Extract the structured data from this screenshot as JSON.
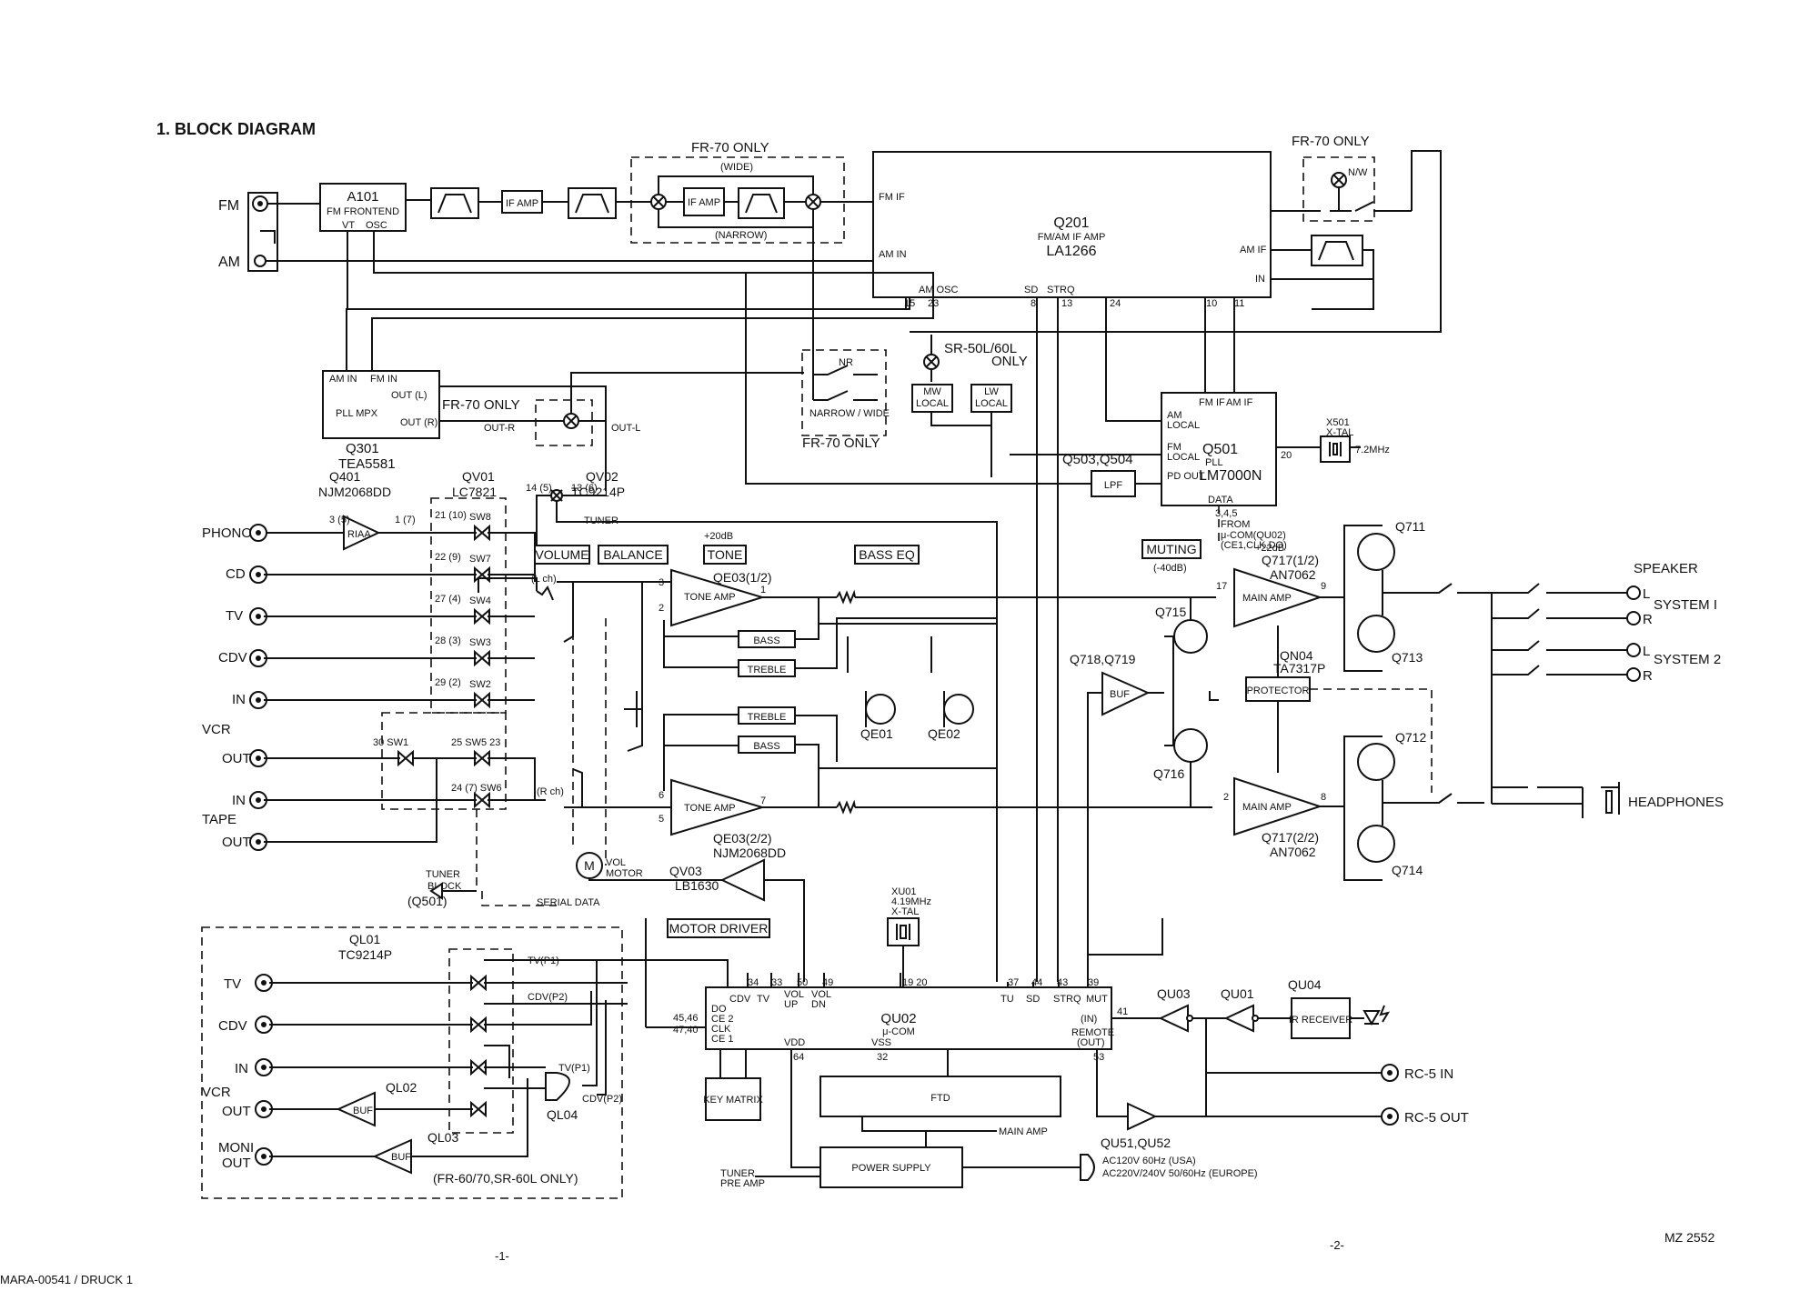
{
  "sheet": {
    "title": "1.  BLOCK DIAGRAM"
  },
  "tuner": {
    "fm_label": "FM",
    "am_label": "AM",
    "a101": {
      "id": "A101",
      "name": "FM FRONTEND",
      "vt": "VT",
      "osc": "OSC"
    },
    "if_amp_label": "IF AMP",
    "fr70_only_label": "FR-70 ONLY",
    "wide_label": "(WIDE)",
    "narrow_label": "(NARROW)",
    "nw_label": "N/W",
    "q201": {
      "id": "Q201",
      "name": "FM/AM IF AMP",
      "part": "LA1266",
      "fm_if": "FM IF",
      "am_in": "AM IN",
      "am_osc": "AM OSC",
      "sd": "SD",
      "strq": "STRQ",
      "am_if": "AM IF",
      "in": "IN"
    },
    "pins": {
      "p23": "23",
      "p15": "15",
      "p8": "8",
      "p13": "13",
      "p24": "24",
      "p10": "10",
      "p11": "11"
    }
  },
  "mpx": {
    "am_in": "AM IN",
    "fm_in": "FM IN",
    "out_l": "OUT (L)",
    "out_r": "OUT (R)",
    "name": "PLL MPX",
    "id": "Q301",
    "part": "TEA5581",
    "fr70_only_label": "FR-70 ONLY",
    "out_r_label": "OUT-R",
    "out_l_label": "OUT-L",
    "nr_label": "NR",
    "narrow_wide_label": "NARROW / WIDE",
    "sr_only_l1": "SR-50L/60L",
    "sr_only_l2": "ONLY",
    "mw_label": "MW",
    "lw_label": "LW",
    "local_label": "LOCAL"
  },
  "pll": {
    "am_local_l1": "AM",
    "am_local_l2": "LOCAL",
    "fm_local_l1": "FM",
    "fm_local_l2": "LOCAL",
    "fm_if": "FM IF",
    "am_if": "AM IF",
    "pd_out": "PD OUT",
    "id": "Q501",
    "name": "PLL",
    "part": "LM7000N",
    "data": "DATA",
    "pin20": "20",
    "xtal_id": "X501",
    "xtal_name": "X-TAL",
    "xtal_freq": "7.2MHz",
    "lpf": "LPF",
    "q503": "Q503,Q504",
    "pins_345": "3,4,5",
    "from": "FROM",
    "from_ucom": "μ-COM(QU02)",
    "signals": "(CE1,CLK,DO)"
  },
  "selector": {
    "q401_id": "Q401",
    "q401_part": "NJM2068DD",
    "qv01_id": "QV01",
    "qv01_part": "LC7821",
    "qv02_id": "QV02",
    "qv02_part": "TC9214P",
    "tuner_label": "TUNER",
    "riaa": "RIAA",
    "pin3": "3 (5)",
    "pin1": "1 (7)",
    "pin14": "14 (5)",
    "pin13": "13 (6)",
    "sw1_pin": "30 SW1",
    "sw5_pin": "25 SW5 23",
    "sw6_pin": "24 (7) SW6",
    "tuner_block_l1": "TUNER",
    "tuner_block_l2": "BLOCK",
    "tuner_block_l3": "(Q501)",
    "switches": [
      {
        "label": "SW8",
        "pin": "21 (10)"
      },
      {
        "label": "SW7",
        "pin": "22 (9)"
      },
      {
        "label": "SW4",
        "pin": "27 (4)"
      },
      {
        "label": "SW3",
        "pin": "28 (3)"
      },
      {
        "label": "SW2",
        "pin": "29 (2)"
      }
    ]
  },
  "tone": {
    "volume_label": "VOLUME",
    "balance_label": "BALANCE",
    "tone_label": "TONE",
    "gain_label": "+20dB",
    "bass_eq_label": "BASS EQ",
    "lch": "(L ch)",
    "rch": "(R ch)",
    "tone_amp": "TONE AMP",
    "qe03_1": "QE03(1/2)",
    "qe03_2": "QE03(2/2)",
    "qe03_part": "NJM2068DD",
    "pin1": "1",
    "pin7": "7",
    "pin3": "3",
    "pin2": "2",
    "pin6": "6",
    "pin5": "5",
    "bass": "BASS",
    "treble": "TREBLE",
    "qe01": "QE01",
    "qe02": "QE02",
    "motor_m": "M",
    "vol_motor_l1": "VOL",
    "vol_motor_l2": "MOTOR",
    "qv03_id": "QV03",
    "qv03_part": "LB1630",
    "motor_driver_label": "MOTOR DRIVER",
    "serial_data": "SERIAL DATA"
  },
  "amp": {
    "muting_label": "MUTING",
    "muting_db": "(-40dB)",
    "gain_label": "+22dB",
    "q717_1": "Q717(1/2)",
    "q717_2": "Q717(2/2)",
    "q717_part": "AN7062",
    "main_amp": "MAIN AMP",
    "pin17": "17",
    "pin2": "2",
    "pin9": "9",
    "pin8": "8",
    "q711": "Q711",
    "q713": "Q713",
    "q712": "Q712",
    "q714": "Q714",
    "q715": "Q715",
    "q716": "Q716",
    "q718": "Q718,Q719",
    "buf": "BUF",
    "protector": "PROTECTOR",
    "qn04": "QN04",
    "qn04_part": "TA7317P"
  },
  "output": {
    "l": "L",
    "r": "R",
    "speaker": "SPEAKER",
    "system1": "SYSTEM I",
    "system2": "SYSTEM 2",
    "headphones": "HEADPHONES"
  },
  "inputs": {
    "phono": "PHONO",
    "cd": "CD",
    "tv": "TV",
    "cdv": "CDV",
    "in": "IN",
    "vcr": "VCR",
    "out": "OUT",
    "tape": "TAPE"
  },
  "video": {
    "ql01_id": "QL01",
    "ql01_part": "TC9214P",
    "tv": "TV",
    "cdv": "CDV",
    "in": "IN",
    "vcr": "VCR",
    "out": "OUT",
    "moni": "MONI",
    "buf": "BUF",
    "ql02": "QL02",
    "ql03": "QL03",
    "ql04": "QL04",
    "tv_p1": "TV(P1)",
    "cdv_p2": "CDV(P2)",
    "fr_only": "(FR-60/70,SR-60L ONLY)"
  },
  "ucom": {
    "id": "QU02",
    "name": "μ-COM",
    "do": "DO",
    "ce2": "CE 2",
    "clk": "CLK",
    "ce1": "CE 1",
    "cdv": "CDV",
    "tv": "TV",
    "vol": "VOL",
    "up": "UP",
    "dn": "DN",
    "tu": "TU",
    "sd": "SD",
    "strq": "STRQ",
    "mut": "MUT",
    "in": "(IN)",
    "remote": "REMOTE",
    "out": "(OUT)",
    "vdd": "VDD",
    "vss": "VSS",
    "pins_4546": "45,46",
    "pins_4740": "47,40",
    "xtal_id": "XU01",
    "xtal_freq": "4.19MHz",
    "xtal_name": "X-TAL",
    "key_matrix": "KEY MATRIX",
    "ftd": "FTD",
    "power_supply": "POWER SUPPLY",
    "main_amp": "MAIN AMP",
    "tuner": "TUNER",
    "pre_amp": "PRE AMP",
    "ac_usa": "AC120V 60Hz (USA)",
    "ac_eu": "AC220V/240V 50/60Hz (EUROPE)",
    "pin34": "34",
    "pin33": "33",
    "pin50": "50",
    "pin49": "49",
    "pin20": "19 20",
    "pin37": "37",
    "pin44": "44",
    "pin43": "43",
    "pin39": "39",
    "pin41": "41",
    "pin53": "53",
    "pin64": "64",
    "pin32": "32"
  },
  "remote": {
    "qu03": "QU03",
    "qu01": "QU01",
    "qu04": "QU04",
    "ir_receiver": "IR RECEIVER",
    "qu51": "QU51,QU52",
    "rc5_in": "RC-5 IN",
    "rc5_out": "RC-5 OUT"
  },
  "footer": {
    "page1": "-1-",
    "page2": "-2-",
    "model": "MZ 2552",
    "doc_id": "MARA-00541 / DRUCK 1"
  }
}
